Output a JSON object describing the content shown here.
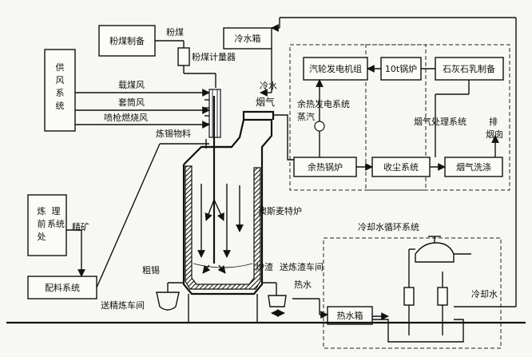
{
  "labels": {
    "coal_prep": "粉煤制备",
    "coal": "粉煤",
    "coal_meter": "粉煤计量器",
    "air_supply": [
      "供",
      "风",
      "系",
      "统"
    ],
    "carrier_air": "载煤风",
    "sleeve_air": "套筒风",
    "lance_air": "喷枪燃烧风",
    "tin_material": "炼锡物料",
    "cold_water_tank": "冷水箱",
    "cold_water": "冷水",
    "flue_gas": "烟气",
    "turbine_generator": "汽轮发电机组",
    "boiler_10t": "10t锅炉",
    "lime_milk": "石灰石乳制备",
    "waste_heat_power": [
      "余热发电系统",
      "蒸汽"
    ],
    "flue_gas_treatment": "烟气处理系统",
    "exhaust": [
      "排",
      "烟囱"
    ],
    "waste_heat_boiler": "余热锅炉",
    "dust_collection": "收尘系统",
    "flue_gas_washing": "烟气洗涤",
    "ausmelt": "澳斯麦特炉",
    "cooling_system": "冷却水循环系统",
    "pretreat": [
      "炼",
      "前",
      "处",
      "理",
      "系统"
    ],
    "concentrate": "精矿",
    "batching": "配料系统",
    "crude_tin": "粗锡",
    "to_refining": "送精炼车间",
    "slag": "炉渣",
    "to_slag_workshop": "送炼渣车间",
    "hot_water": "热水",
    "hot_water_tank": "热水箱",
    "cooling_water": "冷却水"
  }
}
